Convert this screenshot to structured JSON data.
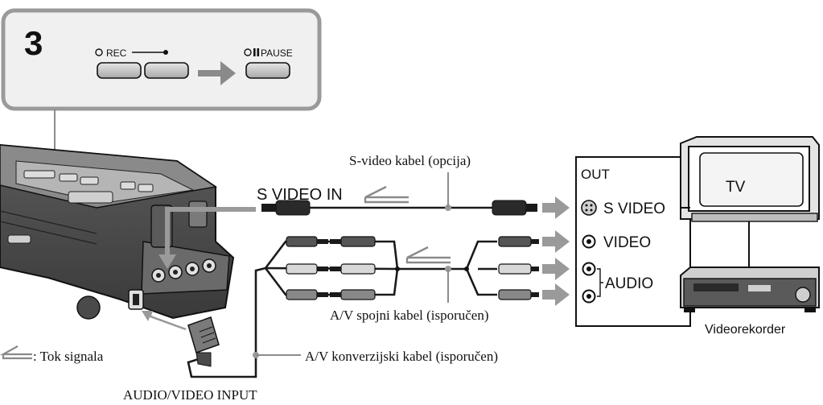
{
  "step": {
    "number": "3",
    "rec_label": "REC",
    "pause_label": "PAUSE"
  },
  "labels": {
    "svideo_cable": "S-video kabel (opcija)",
    "svideo_in": "S VIDEO IN",
    "av_cable": "A/V spojni kabel (isporučen)",
    "av_conversion_cable": "A/V konverzijski kabel (isporučen)",
    "signal_flow": ": Tok signala",
    "audio_video_input": "AUDIO/VIDEO INPUT"
  },
  "vcr_panel": {
    "out": "OUT",
    "svideo": "S VIDEO",
    "video": "VIDEO",
    "audio": "AUDIO"
  },
  "tv_label": "TV",
  "vcr_label": "Videorekorder"
}
